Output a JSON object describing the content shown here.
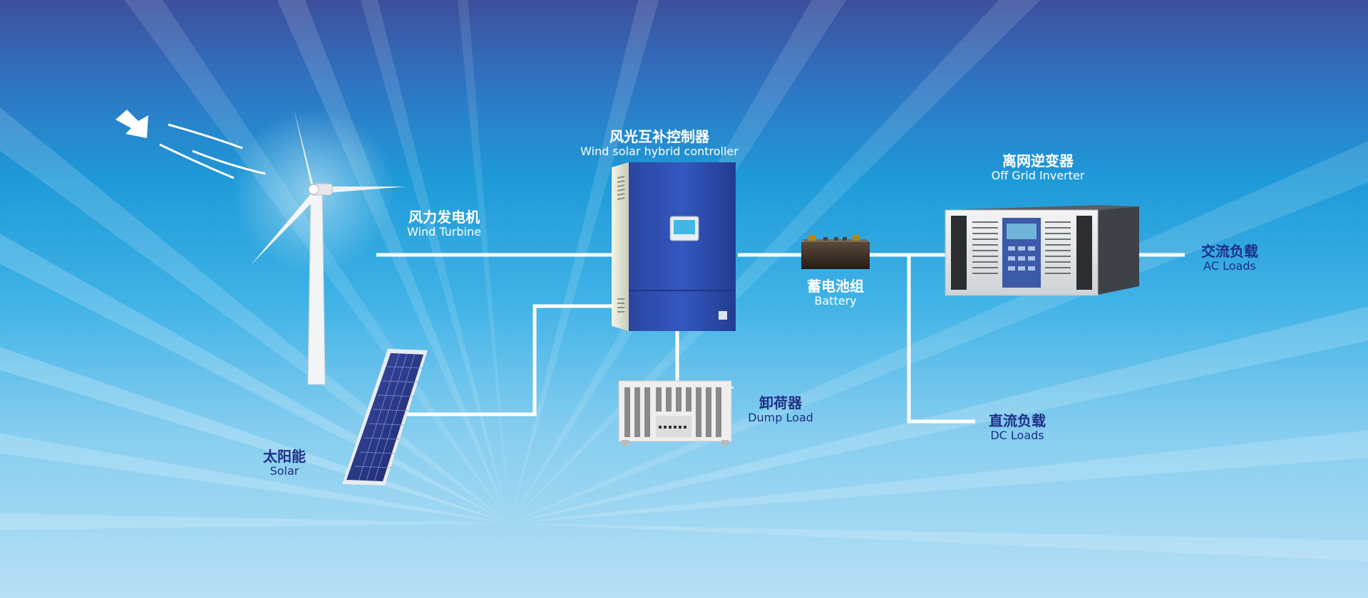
{
  "colors": {
    "bg_top": "#3d4f9c",
    "bg_mid": "#1e9ad8",
    "bg_bottom": "#b7e0f5",
    "wire": "#ffffff",
    "controller_blue": "#2b4aa8",
    "label_dark": "#1f2f86",
    "label_light": "#ffffff"
  },
  "components": {
    "controller": {
      "zh": "风光互补控制器",
      "en": "Wind solar hybrid controller",
      "icon": "controller-cabinet-icon"
    },
    "inverter": {
      "zh": "离网逆变器",
      "en": "Off Grid Inverter",
      "icon": "rack-inverter-icon"
    },
    "wind": {
      "zh": "风力发电机",
      "en": "Wind Turbine",
      "icon": "wind-turbine-icon"
    },
    "battery": {
      "zh": "蓄电池组",
      "en": "Battery",
      "icon": "battery-icon"
    },
    "ac_loads": {
      "zh": "交流负载",
      "en": "AC Loads"
    },
    "dump_load": {
      "zh": "卸荷器",
      "en": "Dump Load",
      "icon": "dump-load-icon"
    },
    "dc_loads": {
      "zh": "直流负载",
      "en": "DC Loads"
    },
    "solar": {
      "zh": "太阳能",
      "en": "Solar",
      "icon": "solar-panel-icon"
    }
  }
}
